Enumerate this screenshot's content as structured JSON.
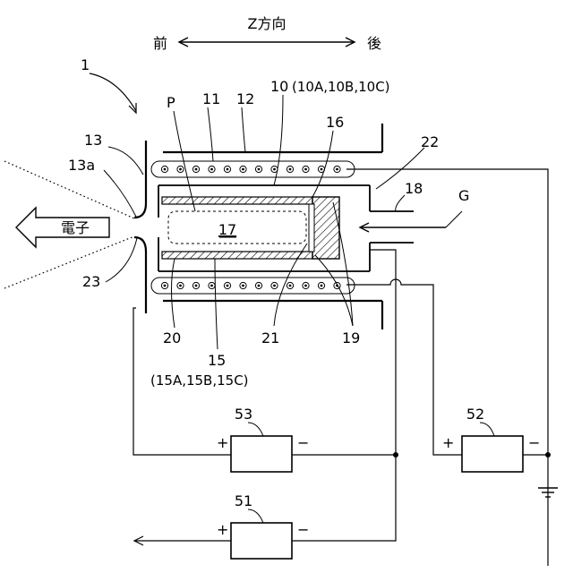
{
  "direction": {
    "axis_label": "Z方向",
    "front": "前",
    "back": "後"
  },
  "labels": {
    "device": "1",
    "plasma": "P",
    "l11": "11",
    "l12": "12",
    "l10": "10",
    "l10_sub": "(10A,10B,10C)",
    "l13": "13",
    "l13a": "13a",
    "l16": "16",
    "l22": "22",
    "l18": "18",
    "gas": "G",
    "electron": "電子",
    "l17": "17",
    "l23": "23",
    "l20": "20",
    "l21": "21",
    "l19": "19",
    "l15": "15",
    "l15_sub": "(15A,15B,15C)",
    "psu53": "53",
    "psu52": "52",
    "psu51": "51",
    "plus": "+",
    "minus": "−"
  }
}
